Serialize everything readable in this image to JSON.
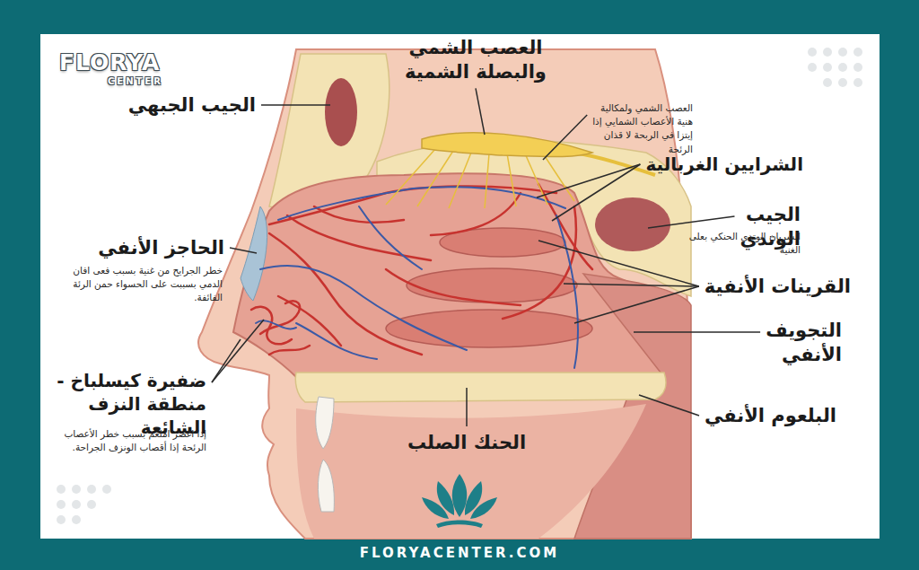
{
  "diagram": {
    "labels": [
      "FLORYA",
      "CENTER",
      "الجيب الجبهي",
      "العصب الشمي والبصلة الشمية",
      "العصب الشمي ولمكالية هنية الأعصاب الشمايي إذا إيتزا في الربحة لا قذان الرئحة",
      "الشرايين الغربالية",
      "الجيب الوتدي",
      "الشريان الوتدي الحنكي بعلى الغنية",
      "الحاجز الأنفي",
      "خطر الجرايح من غنية بسبب فعى افان الدمي بسببت على الحسواء حمن الرئة الفائفة.",
      "القرينات الأنفية",
      "التجويف الأنفي",
      "ضفيرة كيسلباخ - منطقة النزف الشائعة",
      "إذا اغضر املعم بسبب خطر الأعصاب الرئحة إذا أقصاب الونزف الجراحة.",
      "الحنك الصلب",
      "البلعوم الأنفي",
      "FLORYACENTER.COM"
    ]
  }
}
